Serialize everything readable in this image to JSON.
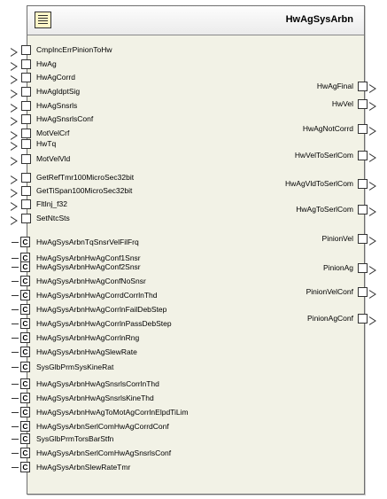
{
  "component": {
    "title": "HwAgSysArbn",
    "icon": "component-icon"
  },
  "inputs": [
    {
      "name": "CmpIncErrPinionToHw"
    },
    {
      "name": "HwAg"
    },
    {
      "name": "HwAgCorrd"
    },
    {
      "name": "HwAgIdptSig"
    },
    {
      "name": "HwAgSnsrls"
    },
    {
      "name": "HwAgSnsrlsConf"
    },
    {
      "name": "MotVelCrf"
    },
    {
      "name": "HwTq"
    },
    {
      "name": "MotVelVld"
    },
    {
      "name": "GetRefTmr100MicroSec32bit"
    },
    {
      "name": "GetTiSpan100MicroSec32bit"
    },
    {
      "name": "FltInj_f32"
    },
    {
      "name": "SetNtcSts"
    }
  ],
  "calibrations": [
    {
      "name": "HwAgSysArbnTqSnsrVelFilFrq"
    },
    {
      "name": "HwAgSysArbnHwAgConf1Snsr"
    },
    {
      "name": "HwAgSysArbnHwAgConf2Snsr"
    },
    {
      "name": "HwAgSysArbnHwAgConfNoSnsr"
    },
    {
      "name": "HwAgSysArbnHwAgCorrdCorrlnThd"
    },
    {
      "name": "HwAgSysArbnHwAgCorrlnFailDebStep"
    },
    {
      "name": "HwAgSysArbnHwAgCorrlnPassDebStep"
    },
    {
      "name": "HwAgSysArbnHwAgCorrlnRng"
    },
    {
      "name": "HwAgSysArbnHwAgSlewRate"
    },
    {
      "name": "SysGlbPrmSysKineRat"
    },
    {
      "name": "HwAgSysArbnHwAgSnsrlsCorrlnThd"
    },
    {
      "name": "HwAgSysArbnHwAgSnsrlsKineThd"
    },
    {
      "name": "HwAgSysArbnHwAgToMotAgCorrlnElpdTiLim"
    },
    {
      "name": "HwAgSysArbnSerlComHwAgCorrdConf"
    },
    {
      "name": "SysGlbPrmTorsBarStfn"
    },
    {
      "name": "HwAgSysArbnSerlComHwAgSnsrlsConf"
    },
    {
      "name": "HwAgSysArbnSlewRateTmr"
    }
  ],
  "outputs": [
    {
      "name": "HwAgFinal"
    },
    {
      "name": "HwVel"
    },
    {
      "name": "HwAgNotCorrd"
    },
    {
      "name": "HwVelToSerlCom"
    },
    {
      "name": "HwAgVldToSerlCom"
    },
    {
      "name": "HwAgToSerlCom"
    },
    {
      "name": "PinionVel"
    },
    {
      "name": "PinionAg"
    },
    {
      "name": "PinionVelConf"
    },
    {
      "name": "PinionAgConf"
    }
  ],
  "calibration_port_glyph": "C",
  "colors": {
    "body": "#f2f2e6",
    "border": "#6f6f6f",
    "icon_fill": "#fff7c8"
  }
}
